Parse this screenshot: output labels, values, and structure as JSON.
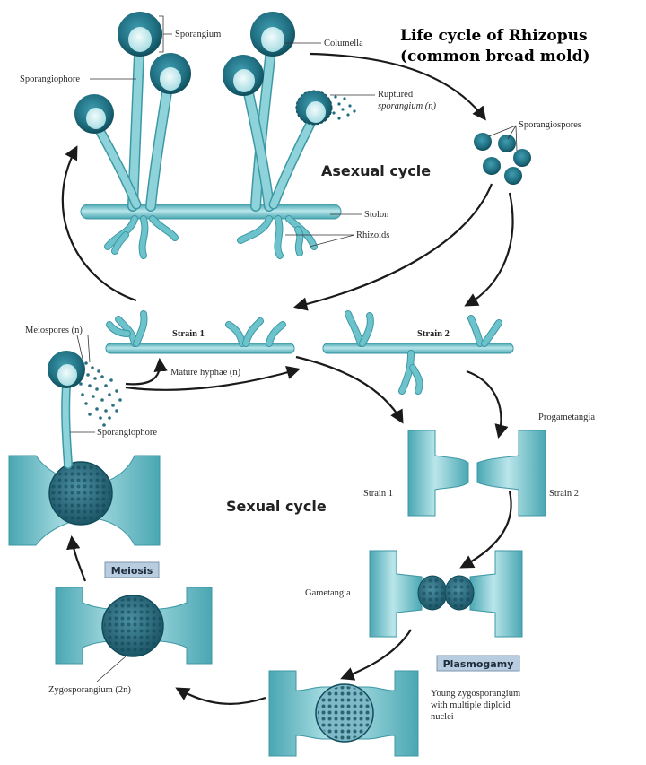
{
  "title": {
    "line1": "Life cycle of Rhizopus",
    "line2": "(common bread mold)"
  },
  "cycles": {
    "asexual": "Asexual cycle",
    "sexual": "Sexual cycle"
  },
  "labels": {
    "sporangium": "Sporangium",
    "sporangiophore_top": "Sporangiophore",
    "columella": "Columella",
    "ruptured_line1": "Ruptured",
    "ruptured_line2": "sporangium (n)",
    "sporangiospores": "Sporangiospores",
    "stolon": "Stolon",
    "rhizoids": "Rhizoids",
    "meiospores": "Meiospores (n)",
    "strain1": "Strain 1",
    "strain2": "Strain 2",
    "mature_hyphae": "Mature hyphae (n)",
    "sporangiophore_bottom": "Sporangiophore",
    "progametangia": "Progametangia",
    "prog_strain1": "Strain 1",
    "prog_strain2": "Strain 2",
    "gametangia": "Gametangia",
    "zygosporangium": "Zygosporangium (2n)",
    "young_line1": "Young zygosporangium",
    "young_line2": "with multiple diploid",
    "young_line3": "nuclei"
  },
  "badges": {
    "meiosis": "Meiosis",
    "plasmogamy": "Plasmogamy"
  },
  "colors": {
    "hypha": "#6cc3cc",
    "hypha_outline": "#3d98a5",
    "sporangium": "#1f6e80",
    "badge_bg": "#b8cde0"
  }
}
